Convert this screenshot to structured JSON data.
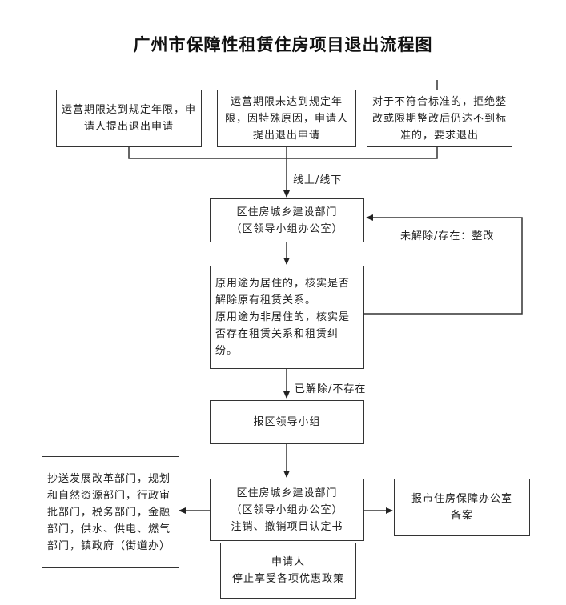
{
  "title": "广州市保障性租赁住房项目退出流程图",
  "boxes": {
    "apply_a": "运营期限达到规定年限，申请人提出退出申请",
    "apply_b": "运营期限未达到规定年限，因特殊原因，申请人提出退出申请",
    "apply_c": "对于不符合标准的，拒绝整改或限期整改后仍达不到标准的，要求退出",
    "district_housing": "区住房城乡建设部门\n（区领导小组办公室）",
    "verify": "原用途为居住的，核实是否解除原有租赁关系。\n原用途为非居住的，核实是否存在租赁关系和租赁纠纷。",
    "report_group": "报区领导小组",
    "cancel": "区住房城乡建设部门\n（区领导小组办公室）\n注销、撤销项目认定书",
    "notify": "抄送发展改革部门，规划和自然资源部门，行政审批部门，税务部门，金融部门，供水、供电、燃气部门，镇政府（街道办）",
    "city_record": "报市住房保障办公室\n备案",
    "applicant": "申请人\n停止享受各项优惠政策"
  },
  "labels": {
    "online_offline": "线上/线下",
    "not_resolved": "未解除/存在：整改",
    "resolved": "已解除/不存在"
  }
}
